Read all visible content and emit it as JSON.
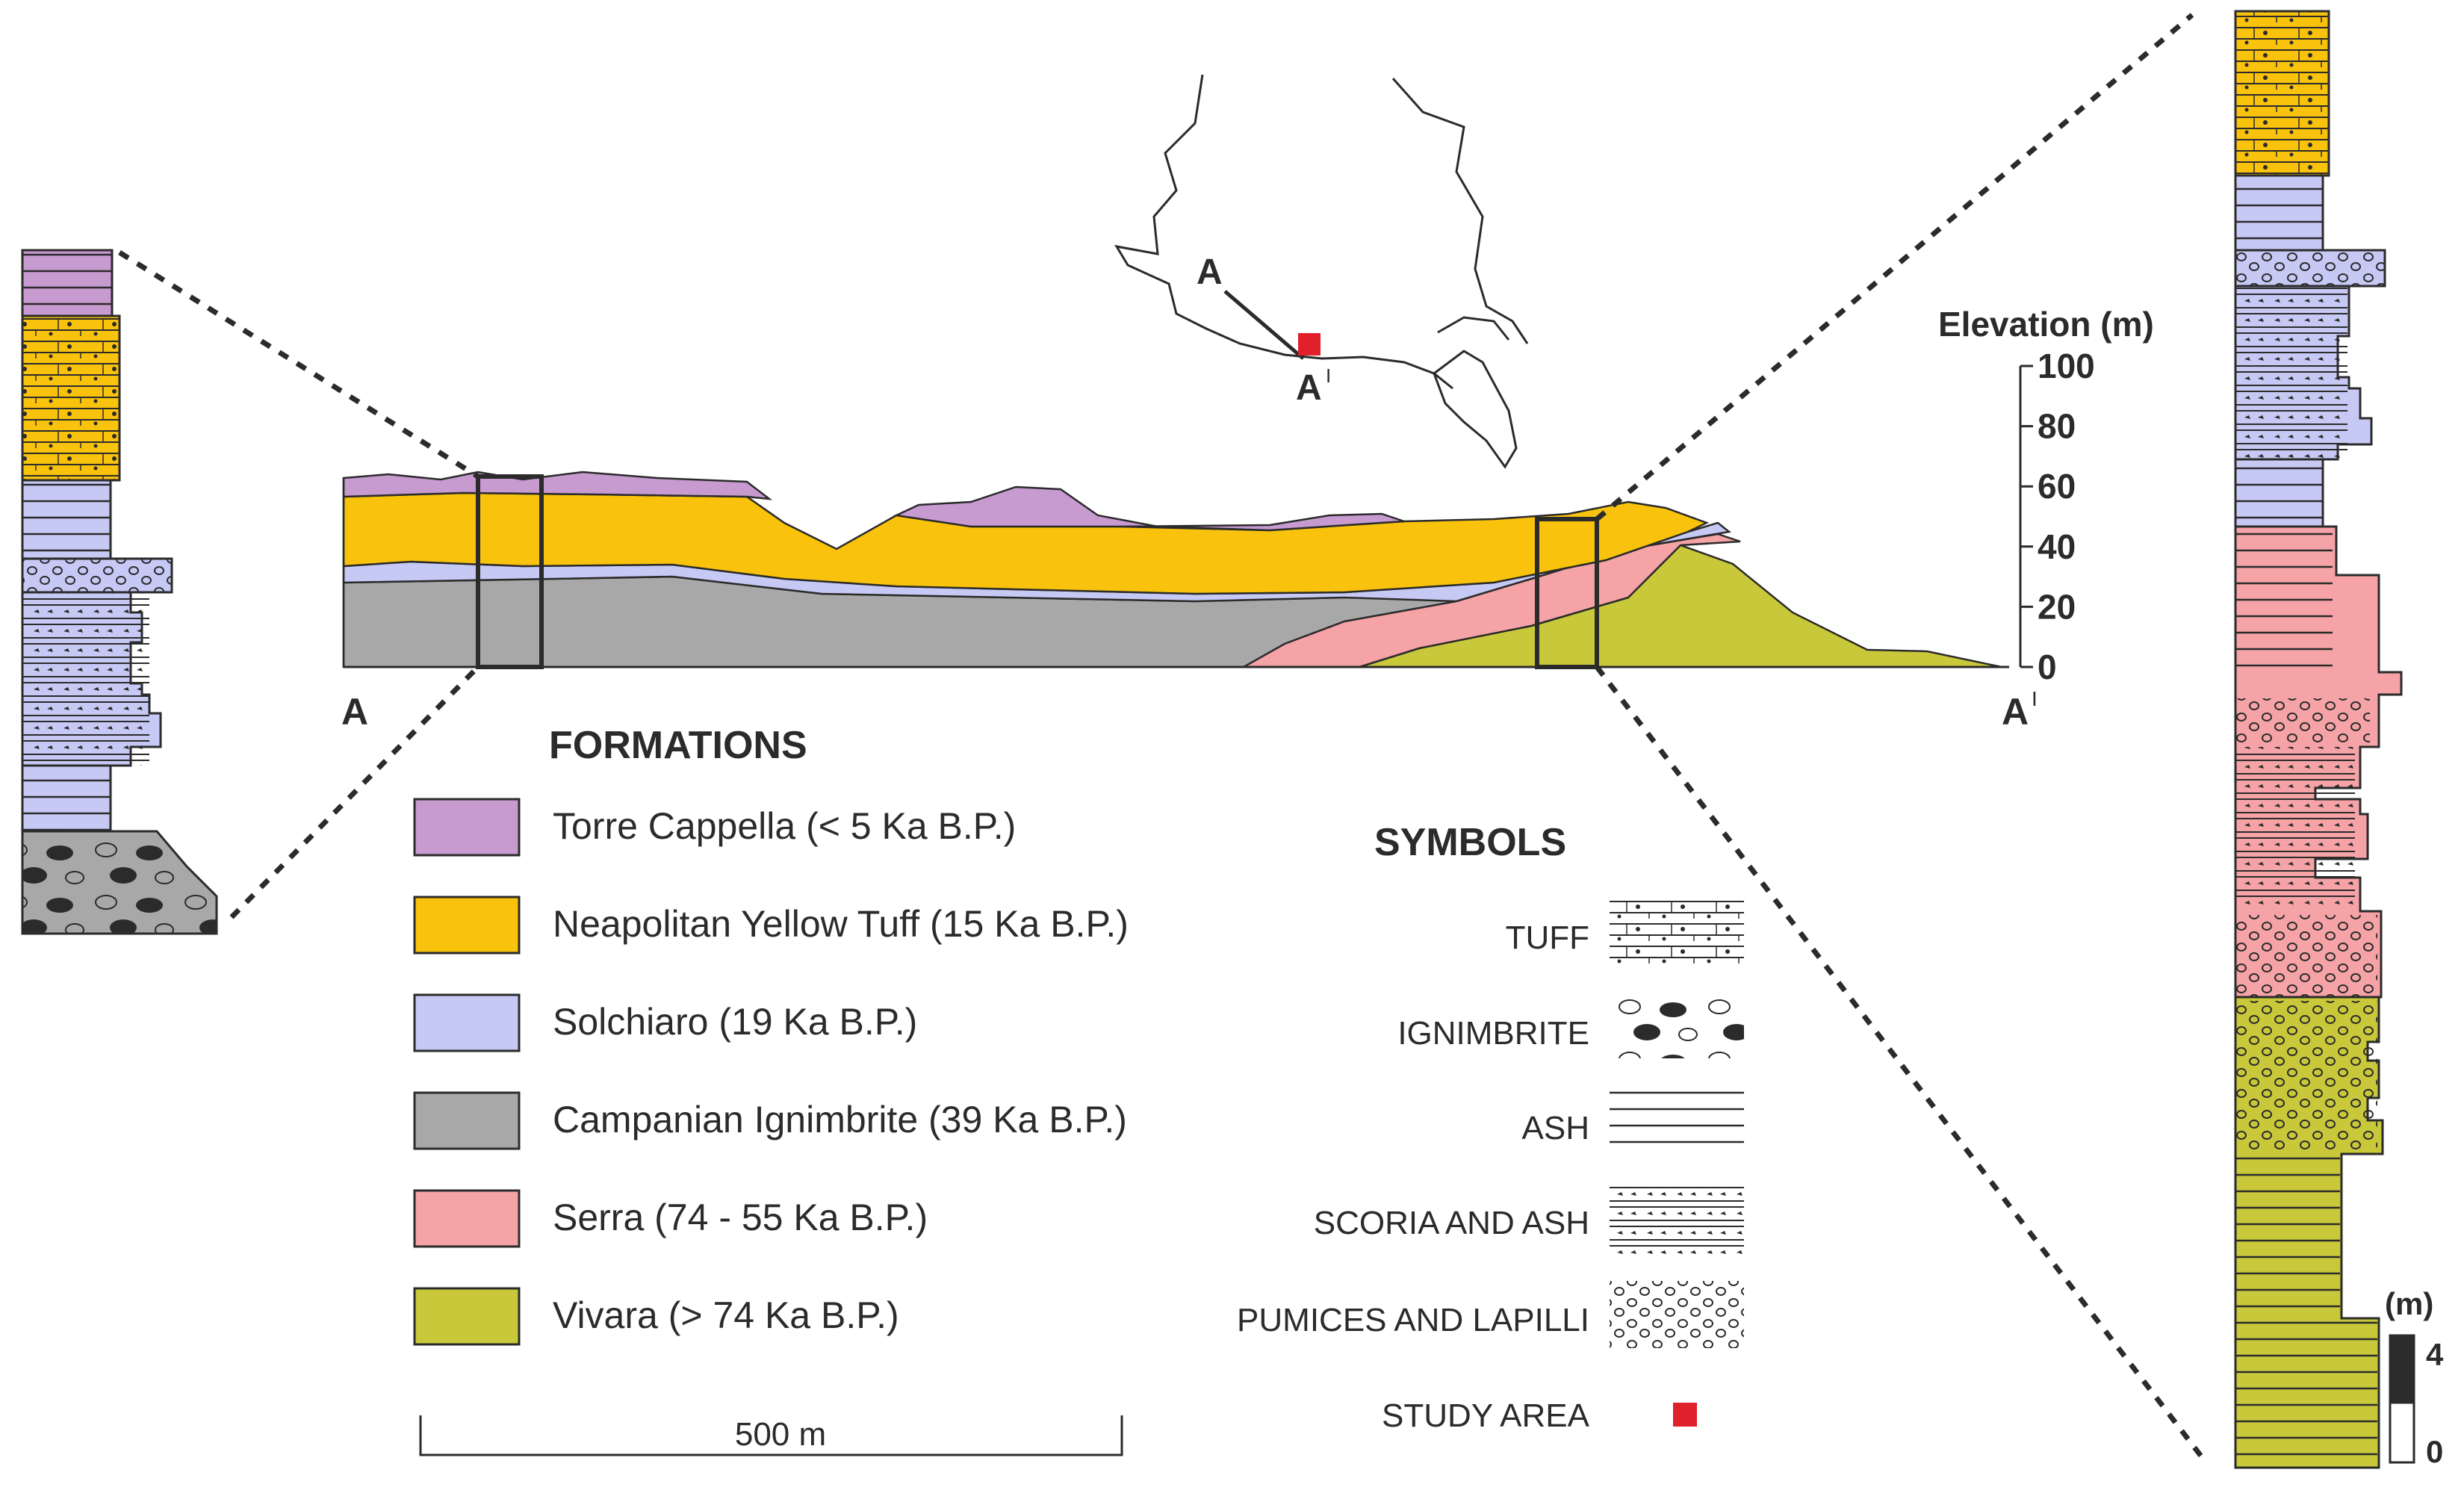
{
  "colors": {
    "torre_cappella": "#c79ad0",
    "neapolitan_yellow_tuff": "#f9c20c",
    "solchiaro": "#c7c9f5",
    "campanian_ignimbrite": "#a8a8a8",
    "serra": "#f5a3a6",
    "vivara": "#c8c83a",
    "study_area": "#e0202a",
    "line": "#2b2b2b"
  },
  "map": {
    "label_a": "A",
    "label_a_prime": "A",
    "prime_mark": "I"
  },
  "section": {
    "label_a": "A",
    "label_a_prime": "A",
    "prime_mark": "I"
  },
  "elevation_axis": {
    "title": "Elevation (m)",
    "ticks": [
      "100",
      "80",
      "60",
      "40",
      "20",
      "0"
    ]
  },
  "formations": {
    "title": "FORMATIONS",
    "items": [
      {
        "label": "Torre Cappella (< 5 Ka B.P.)",
        "color": "#c79ad0"
      },
      {
        "label": "Neapolitan Yellow Tuff (15 Ka B.P.)",
        "color": "#f9c20c"
      },
      {
        "label": "Solchiaro (19 Ka B.P.)",
        "color": "#c7c9f5"
      },
      {
        "label": "Campanian Ignimbrite (39 Ka B.P.)",
        "color": "#a8a8a8"
      },
      {
        "label": "Serra (74 - 55 Ka B.P.)",
        "color": "#f5a3a6"
      },
      {
        "label": "Vivara (> 74 Ka B.P.)",
        "color": "#c8c83a"
      }
    ]
  },
  "symbols": {
    "title": "SYMBOLS",
    "items": [
      {
        "label": "TUFF",
        "icon": "tuff-pattern-icon"
      },
      {
        "label": "IGNIMBRITE",
        "icon": "ignimbrite-pattern-icon"
      },
      {
        "label": "ASH",
        "icon": "ash-pattern-icon"
      },
      {
        "label": "SCORIA AND ASH",
        "icon": "scoria-ash-pattern-icon"
      },
      {
        "label": "PUMICES AND LAPILLI",
        "icon": "pumice-lapilli-pattern-icon"
      },
      {
        "label": "STUDY AREA",
        "icon": "red-square-icon"
      }
    ]
  },
  "scale_bar": {
    "label": "500 m"
  },
  "column_scale": {
    "unit": "(m)",
    "top": "4",
    "bottom": "0"
  }
}
